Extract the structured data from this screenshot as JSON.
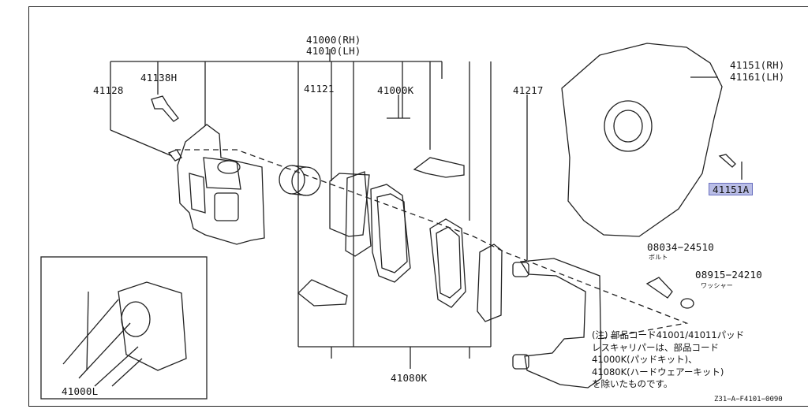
{
  "parts": {
    "p41000_rh": "41000(RH)",
    "p41010_lh": "41010(LH)",
    "p41138h": "41138H",
    "p41128": "41128",
    "p41121": "41121",
    "p41000k": "41000K",
    "p41217": "41217",
    "p41151_rh": "41151(RH)",
    "p41161_lh": "41161(LH)",
    "p41151a": "41151A",
    "p08034": "08034−24510",
    "p08034_sub": "ボルト",
    "p08915": "08915−24210",
    "p08915_sub": "ワッシャー",
    "p41080k": "41080K",
    "p41000l": "41000L"
  },
  "note": {
    "line1": "(注) 部品コード41001/41011パッド",
    "line2": "レスキャリパーは、部品コード",
    "line3": "41000K(パッドキット)、",
    "line4": "41080K(ハードウェアーキット)",
    "line5": "を除いたものです。"
  },
  "diagram_code": "Z31−A−F4101−0090",
  "colors": {
    "highlight": "#b9bde6",
    "line": "#222222"
  }
}
